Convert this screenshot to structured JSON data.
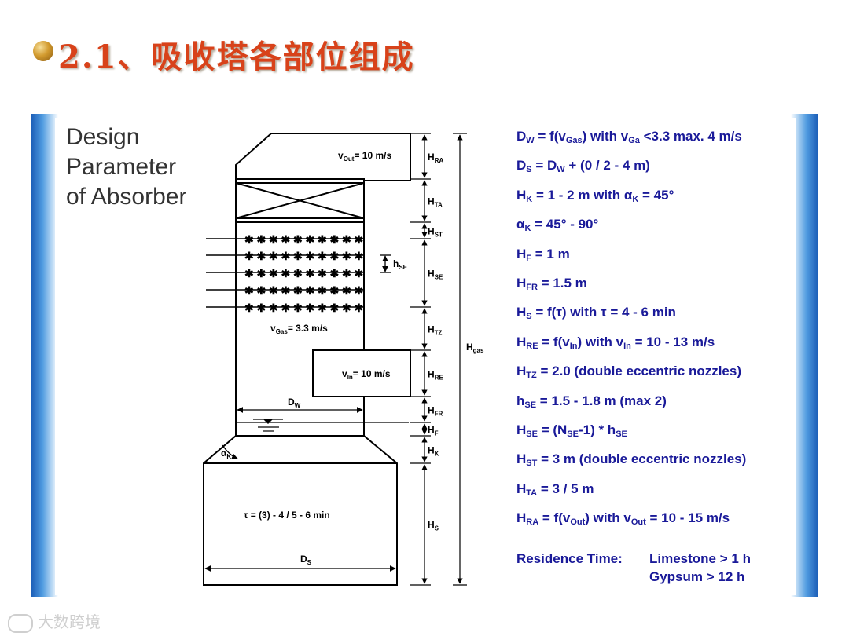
{
  "slide": {
    "title": "2.1、吸收塔各部位组成",
    "heading_lines": [
      "Design",
      "Parameter",
      "of Absorber"
    ]
  },
  "diagram": {
    "labels": {
      "v_out": "v",
      "v_out_sub": "Out",
      "v_out_val": "= 10 m/s",
      "v_gas": "v",
      "v_gas_sub": "Gas",
      "v_gas_val": "= 3.3 m/s",
      "v_in": "v",
      "v_in_sub": "In",
      "v_in_val": "= 10 m/s",
      "d_w": "D",
      "d_w_sub": "W",
      "d_s": "D",
      "d_s_sub": "S",
      "alpha_k": "α",
      "alpha_k_sub": "K",
      "h_se_small": "h",
      "h_se_small_sub": "SE",
      "residence": "τ = (3) - 4 / 5 - 6 min",
      "h_gas": "H",
      "h_gas_sub": "gas"
    },
    "dim_labels": [
      {
        "main": "H",
        "sub": "RA"
      },
      {
        "main": "H",
        "sub": "TA"
      },
      {
        "main": "H",
        "sub": "ST"
      },
      {
        "main": "H",
        "sub": "SE"
      },
      {
        "main": "H",
        "sub": "TZ"
      },
      {
        "main": "H",
        "sub": "RE"
      },
      {
        "main": "H",
        "sub": "FR"
      },
      {
        "main": "H",
        "sub": "F"
      },
      {
        "main": "H",
        "sub": "K"
      },
      {
        "main": "H",
        "sub": "S"
      }
    ]
  },
  "parameters": [
    [
      {
        "t": "D"
      },
      {
        "t": "W",
        "sub": true
      },
      {
        "t": " = f(v"
      },
      {
        "t": "Gas",
        "sub": true
      },
      {
        "t": ")   with  v"
      },
      {
        "t": "Ga",
        "sub": true
      },
      {
        "t": " <3.3  max. 4 m/s"
      }
    ],
    [
      {
        "t": "D"
      },
      {
        "t": "S",
        "sub": true
      },
      {
        "t": " = D"
      },
      {
        "t": "W",
        "sub": true
      },
      {
        "t": " + (0 / 2 - 4 m)"
      }
    ],
    [
      {
        "t": "H"
      },
      {
        "t": "K",
        "sub": true
      },
      {
        "t": " = 1 - 2 m  with α"
      },
      {
        "t": "K",
        "sub": true
      },
      {
        "t": " = 45°"
      }
    ],
    [
      {
        "t": "α"
      },
      {
        "t": "K",
        "sub": true
      },
      {
        "t": " = 45° - 90°"
      }
    ],
    [
      {
        "t": "H"
      },
      {
        "t": "F",
        "sub": true
      },
      {
        "t": " = 1 m"
      }
    ],
    [
      {
        "t": "H"
      },
      {
        "t": "FR",
        "sub": true
      },
      {
        "t": " = 1.5 m"
      }
    ],
    [
      {
        "t": "H"
      },
      {
        "t": "S",
        "sub": true
      },
      {
        "t": " = f(τ)       with  τ = 4 - 6 min"
      }
    ],
    [
      {
        "t": "H"
      },
      {
        "t": "RE",
        "sub": true
      },
      {
        "t": " = f(v"
      },
      {
        "t": "In",
        "sub": true
      },
      {
        "t": ")    with  v"
      },
      {
        "t": "In",
        "sub": true
      },
      {
        "t": " = 10 - 13 m/s"
      }
    ],
    [
      {
        "t": "H"
      },
      {
        "t": "TZ",
        "sub": true
      },
      {
        "t": " = 2.0  (double eccentric nozzles)"
      }
    ],
    [
      {
        "t": "h"
      },
      {
        "t": "SE",
        "sub": true
      },
      {
        "t": " = 1.5 - 1.8 m (max 2)"
      }
    ],
    [
      {
        "t": "H"
      },
      {
        "t": "SE",
        "sub": true
      },
      {
        "t": " = (N"
      },
      {
        "t": "SE",
        "sub": true
      },
      {
        "t": "-1) * h"
      },
      {
        "t": "SE",
        "sub": true
      }
    ],
    [
      {
        "t": "H"
      },
      {
        "t": "ST",
        "sub": true
      },
      {
        "t": " = 3 m  (double eccentric nozzles)"
      }
    ],
    [
      {
        "t": "H"
      },
      {
        "t": "TA",
        "sub": true
      },
      {
        "t": " = 3 / 5 m"
      }
    ],
    [
      {
        "t": "H"
      },
      {
        "t": "RA",
        "sub": true
      },
      {
        "t": " = f(v"
      },
      {
        "t": "Out",
        "sub": true
      },
      {
        "t": ")   with v"
      },
      {
        "t": "Out",
        "sub": true
      },
      {
        "t": " = 10 - 15 m/s"
      }
    ]
  ],
  "residence_time": {
    "label": "Residence Time:",
    "limestone": "Limestone > 1 h",
    "gypsum": "Gypsum > 12 h"
  },
  "watermark": {
    "text": "大数跨境"
  }
}
